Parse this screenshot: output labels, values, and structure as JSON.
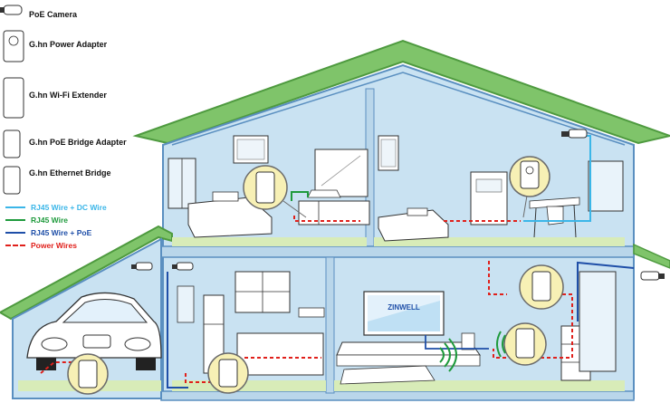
{
  "legend": {
    "devices": [
      {
        "label": "PoE Camera",
        "icon": "poe-camera-icon"
      },
      {
        "label": "G.hn Power Adapter",
        "icon": "power-adapter-icon"
      },
      {
        "label": "G.hn Wi-Fi Extender",
        "icon": "wifi-extender-icon"
      },
      {
        "label": "G.hn PoE Bridge Adapter",
        "icon": "poe-bridge-adapter-icon"
      },
      {
        "label": "G.hn Ethernet Bridge",
        "icon": "ethernet-bridge-icon"
      }
    ],
    "wires": [
      {
        "label": "RJ45 Wire + DC Wire",
        "color": "#3bb6e8",
        "style": "solid"
      },
      {
        "label": "RJ45 Wire",
        "color": "#1e9a3c",
        "style": "solid"
      },
      {
        "label": "RJ45 Wire + PoE",
        "color": "#1f4fa8",
        "style": "solid"
      },
      {
        "label": "Power Wires",
        "color": "#e0201b",
        "style": "dashed"
      }
    ]
  },
  "tv_brand": "ZINWELL",
  "colors": {
    "roof": "#7fc46a",
    "roof_edge": "#4e9a3f",
    "wall": "#c9e2f2",
    "wall_edge": "#5a8fc0",
    "floor": "#d8ecb8",
    "callout": "#f7f0b5"
  }
}
